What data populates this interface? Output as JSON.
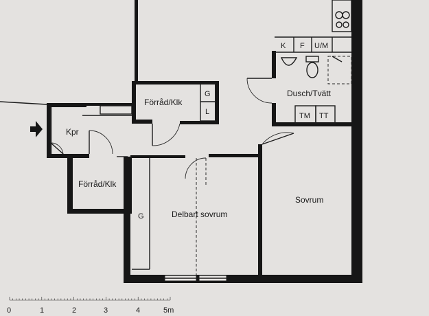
{
  "rooms": {
    "forrad_klk_upper": "Förråd/Klk",
    "forrad_klk_lower": "Förråd/Klk",
    "kpr": "Kpr",
    "dusch_tvatt": "Dusch/Tvätt",
    "delbart_sovrum": "Delbart sovrum",
    "sovrum": "Sovrum"
  },
  "fixtures": {
    "k": "K",
    "f": "F",
    "um": "U/M",
    "g_upper": "G",
    "l_upper": "L",
    "tm": "TM",
    "tt": "TT",
    "g_lower": "G"
  },
  "scale": {
    "ticks": [
      "0",
      "1",
      "2",
      "3",
      "4",
      "5m"
    ]
  },
  "colors": {
    "wall": "#161616",
    "paper": "#e4e2e0"
  }
}
